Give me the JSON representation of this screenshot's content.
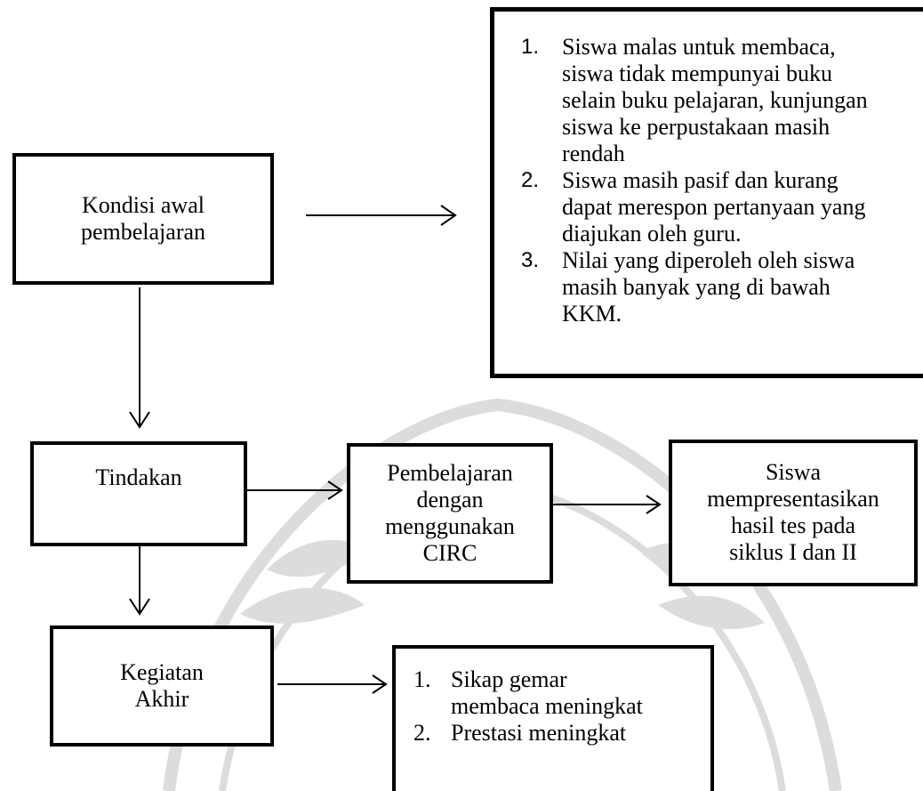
{
  "boxes": {
    "kondisi": {
      "lines": [
        "Kondisi awal",
        "pembelajaran"
      ]
    },
    "tindakan": {
      "lines": [
        "Tindakan"
      ]
    },
    "pembelajaran": {
      "lines": [
        "Pembelajaran",
        "dengan",
        "menggunakan",
        "CIRC"
      ]
    },
    "siswa": {
      "lines": [
        "Siswa",
        "mempresentasikan",
        "hasil tes pada",
        "siklus I dan II"
      ]
    },
    "kegiatan": {
      "lines": [
        "Kegiatan",
        "Akhir"
      ]
    }
  },
  "masalah": {
    "items": [
      {
        "num": "1.",
        "lines": [
          "Siswa malas untuk membaca,",
          "siswa tidak mempunyai buku",
          "selain buku pelajaran, kunjungan",
          "siswa ke perpustakaan masih",
          "rendah"
        ]
      },
      {
        "num": "2.",
        "lines": [
          "Siswa masih pasif dan kurang",
          "dapat merespon pertanyaan yang",
          "diajukan oleh guru."
        ]
      },
      {
        "num": "3.",
        "lines": [
          "Nilai yang diperoleh oleh siswa",
          "masih banyak yang di bawah",
          "KKM."
        ]
      }
    ]
  },
  "hasil": {
    "items": [
      {
        "num": "1.",
        "lines": [
          "Sikap gemar",
          "membaca meningkat"
        ]
      },
      {
        "num": "2.",
        "lines": [
          "Prestasi meningkat"
        ]
      }
    ]
  },
  "colors": {
    "line": "#000000",
    "watermark": "#dcdcdc"
  }
}
